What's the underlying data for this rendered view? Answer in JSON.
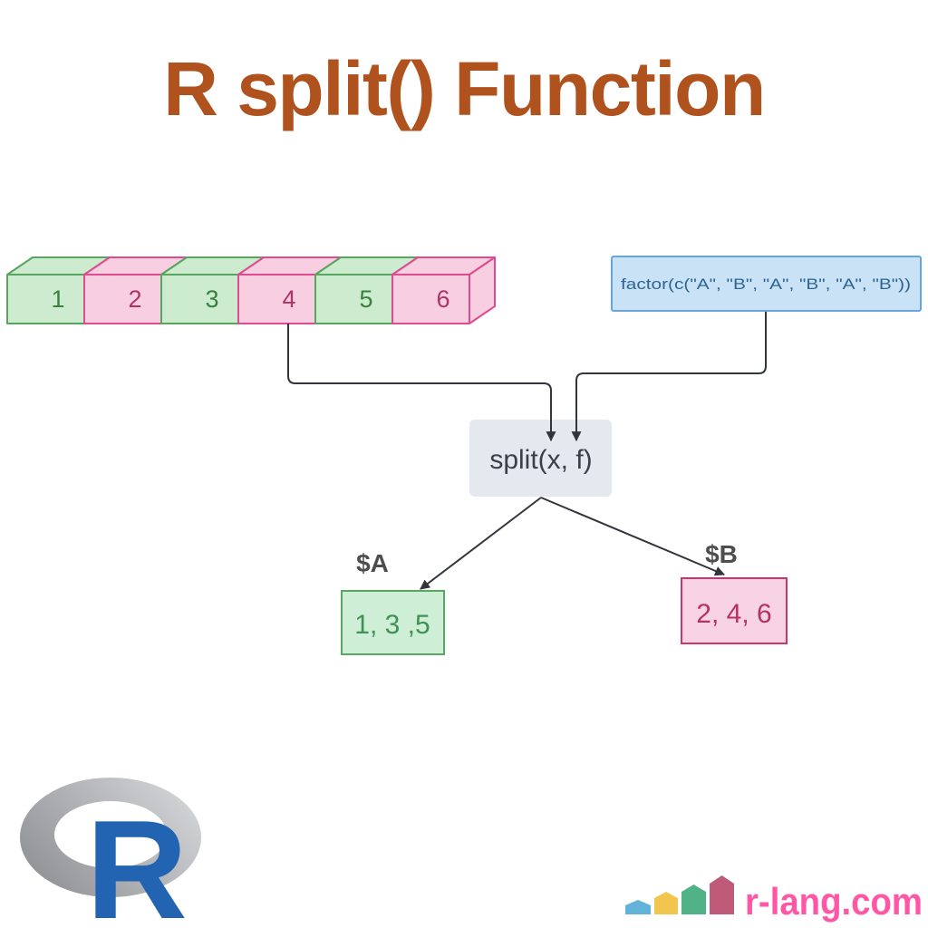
{
  "title": "R split() Function",
  "colors": {
    "title_color": "#b0521e",
    "green_fill": "#cdeccf",
    "green_stroke": "#57a55e",
    "green_num": "#38813f",
    "pink_fill": "#f7cfe1",
    "pink_stroke": "#e04b8f",
    "pink_num": "#b03368",
    "blue_fill": "#c9e2f6",
    "blue_stroke": "#67a5da",
    "blue_text": "#2d6595",
    "split_fill": "#e4e8ef",
    "split_text": "#3a4049",
    "connector_color": "#32363c",
    "label_color": "#4d4d4d",
    "resA_fill": "#cfeed6",
    "resA_stroke": "#58a763",
    "resA_text": "#3f9155",
    "resB_fill": "#f7d3e3",
    "resB_stroke": "#c9366d",
    "resB_text": "#b63265",
    "r_blue": "#2264b2",
    "ring_light": "#d2d4d6",
    "ring_dark": "#8c8e92",
    "brand_pink": "#ff57a5",
    "bar_blue": "#63b2d9",
    "bar_yellow": "#f2c64e",
    "bar_green": "#52b287",
    "bar_mauve": "#bf5a78"
  },
  "vector": {
    "cells": [
      {
        "value": "1",
        "group": "A"
      },
      {
        "value": "2",
        "group": "B"
      },
      {
        "value": "3",
        "group": "A"
      },
      {
        "value": "4",
        "group": "B"
      },
      {
        "value": "5",
        "group": "A"
      },
      {
        "value": "6",
        "group": "B"
      }
    ]
  },
  "factor_box": {
    "code": "factor(c(\"A\", \"B\", \"A\", \"B\", \"A\", \"B\"))"
  },
  "split_box": {
    "label": "split(x, f)"
  },
  "results": [
    {
      "name": "$A",
      "values": "1, 3 ,5"
    },
    {
      "name": "$B",
      "values": "2, 4, 6"
    }
  ],
  "r_logo": {
    "letter": "R"
  },
  "brand": {
    "site": "r-lang.com"
  }
}
